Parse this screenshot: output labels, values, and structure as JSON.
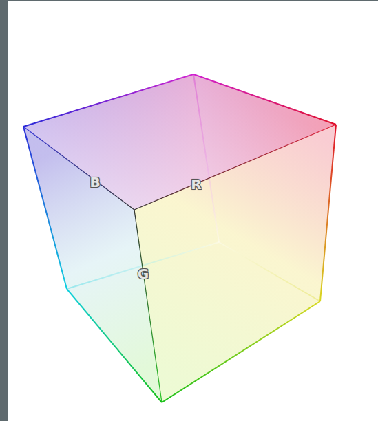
{
  "diagram": {
    "labels": [
      "B",
      "R",
      "G"
    ]
  }
}
